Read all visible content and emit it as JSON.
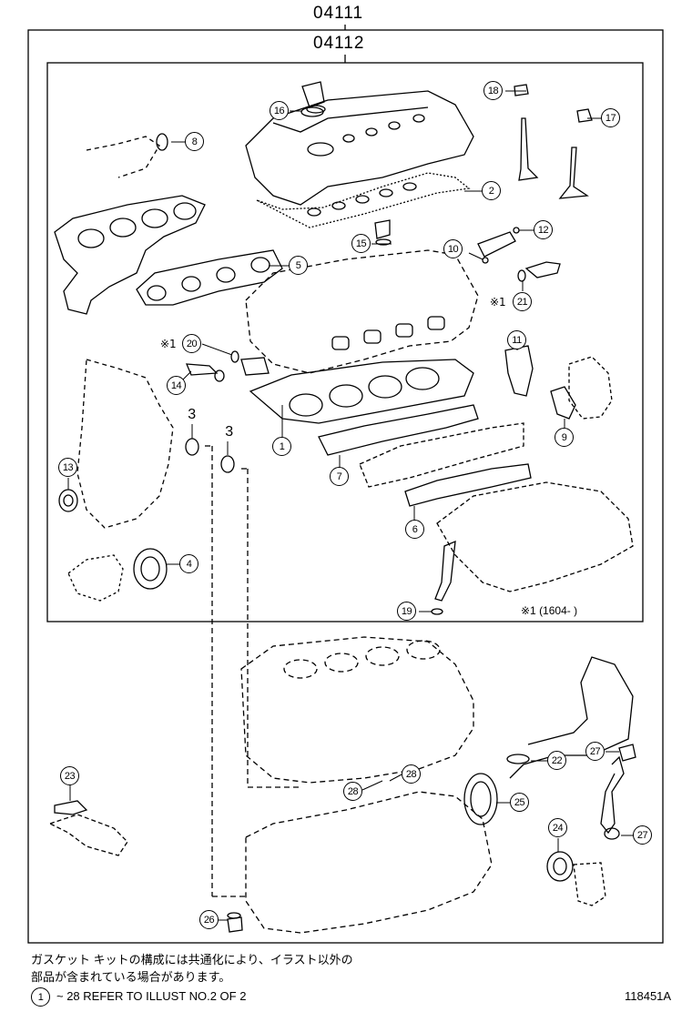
{
  "header": {
    "part_number_outer": "04111",
    "part_number_inner": "04112"
  },
  "callouts": [
    {
      "id": "1",
      "label": "1"
    },
    {
      "id": "2",
      "label": "2"
    },
    {
      "id": "3a",
      "label": "3"
    },
    {
      "id": "3b",
      "label": "3"
    },
    {
      "id": "4",
      "label": "4"
    },
    {
      "id": "5",
      "label": "5"
    },
    {
      "id": "6",
      "label": "6"
    },
    {
      "id": "7",
      "label": "7"
    },
    {
      "id": "8",
      "label": "8"
    },
    {
      "id": "9",
      "label": "9"
    },
    {
      "id": "10",
      "label": "10"
    },
    {
      "id": "11",
      "label": "11"
    },
    {
      "id": "12",
      "label": "12"
    },
    {
      "id": "13",
      "label": "13"
    },
    {
      "id": "14",
      "label": "14"
    },
    {
      "id": "15",
      "label": "15"
    },
    {
      "id": "16",
      "label": "16"
    },
    {
      "id": "17",
      "label": "17"
    },
    {
      "id": "18",
      "label": "18"
    },
    {
      "id": "19",
      "label": "19"
    },
    {
      "id": "20",
      "label": "20"
    },
    {
      "id": "21",
      "label": "21"
    },
    {
      "id": "22",
      "label": "22"
    },
    {
      "id": "23",
      "label": "23"
    },
    {
      "id": "24",
      "label": "24"
    },
    {
      "id": "25",
      "label": "25"
    },
    {
      "id": "26",
      "label": "26"
    },
    {
      "id": "27a",
      "label": "27"
    },
    {
      "id": "27b",
      "label": "27"
    },
    {
      "id": "28a",
      "label": "28"
    },
    {
      "id": "28b",
      "label": "28"
    }
  ],
  "markers": {
    "asterisk_20": "※1",
    "asterisk_21": "※1"
  },
  "variant_note": "※1 (1604-      )",
  "footer": {
    "note_line1": "ガスケット キットの構成には共通化により、イラスト以外の",
    "note_line2": "部品が含まれている場合があります。",
    "ref_note": "~ 28 REFER TO ILLUST NO.2 OF 2",
    "illustration_id": "118451A"
  }
}
